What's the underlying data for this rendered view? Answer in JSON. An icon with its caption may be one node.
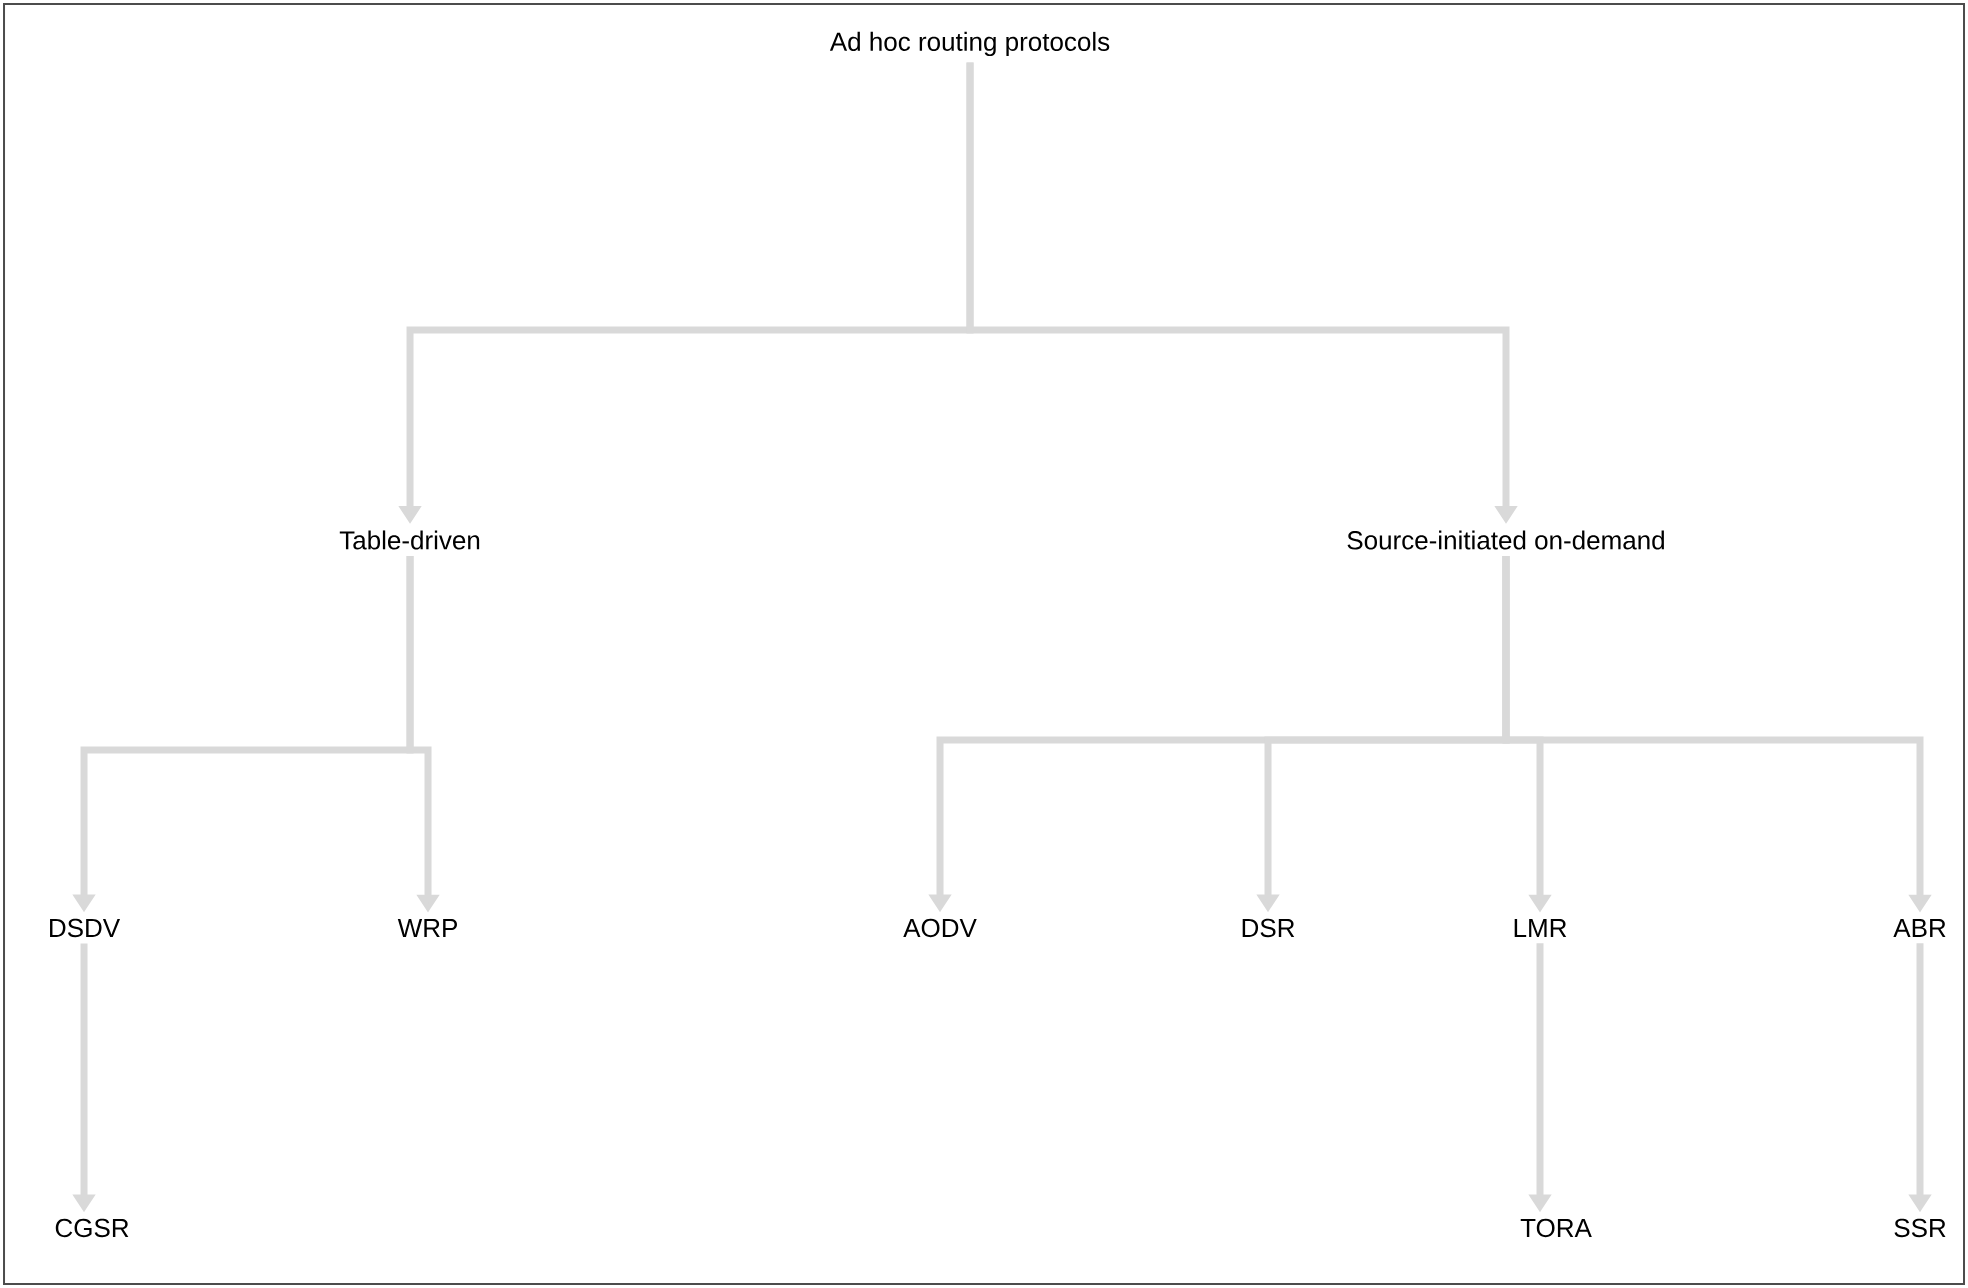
{
  "diagram": {
    "nodes": [
      {
        "text": [
          "Ad hoc routing protocols"
        ]
      },
      {
        "text": [
          "Table-driven"
        ]
      },
      {
        "text": [
          "Source-initiated on-demand"
        ]
      },
      {
        "text": [
          "DSDV"
        ]
      },
      {
        "text": [
          "WRP"
        ]
      },
      {
        "text": [
          "AODV"
        ]
      },
      {
        "text": [
          "DSR"
        ]
      },
      {
        "text": [
          "LMR"
        ]
      },
      {
        "text": [
          "ABR"
        ]
      },
      {
        "text": [
          "CGSR"
        ]
      },
      {
        "text": [
          "TORA"
        ]
      },
      {
        "text": [
          "SSR"
        ]
      }
    ],
    "edges": [
      {
        "from": 0,
        "to": 1,
        "arrow": "to"
      },
      {
        "from": 0,
        "to": 2,
        "arrow": "to"
      },
      {
        "from": 1,
        "to": 3,
        "arrow": "to"
      },
      {
        "from": 1,
        "to": 4,
        "arrow": "to"
      },
      {
        "from": 2,
        "to": 5,
        "arrow": "to"
      },
      {
        "from": 2,
        "to": 6,
        "arrow": "to"
      },
      {
        "from": 2,
        "to": 7,
        "arrow": "to"
      },
      {
        "from": 2,
        "to": 8,
        "arrow": "to"
      },
      {
        "from": 3,
        "to": 9,
        "arrow": "to"
      },
      {
        "from": 7,
        "to": 10,
        "arrow": "to"
      },
      {
        "from": 8,
        "to": 11,
        "arrow": "to"
      }
    ]
  }
}
